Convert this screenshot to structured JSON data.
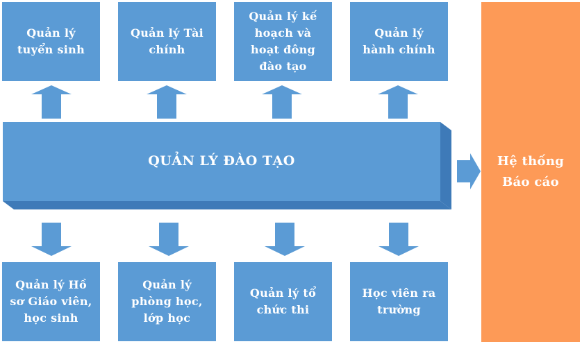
{
  "top_boxes": [
    {
      "label": "Quản lý tuyển sinh"
    },
    {
      "label": "Quản lý Tài chính"
    },
    {
      "label": "Quản lý kế hoạch và hoạt đông đào tạo"
    },
    {
      "label": "Quản lý hành chính"
    }
  ],
  "bottom_boxes": [
    {
      "label": "Quản lý Hồ sơ Giáo viên, học sinh"
    },
    {
      "label": "Quản lý phòng học, lớp học"
    },
    {
      "label": "Quản lý tổ chức thi"
    },
    {
      "label": "Học viên ra trường"
    }
  ],
  "main": {
    "label": "QUẢN LÝ ĐÀO TẠO"
  },
  "report": {
    "label": "Hệ thống Báo cáo"
  },
  "colors": {
    "box_fill": "#5b9bd5",
    "box_dark": "#3e7ab8",
    "report_fill": "#fd9a57",
    "text": "#ffffff"
  }
}
